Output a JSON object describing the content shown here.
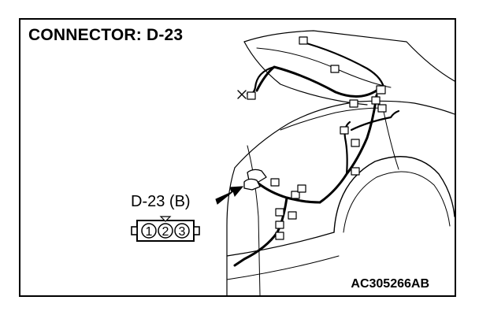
{
  "diagram": {
    "title": "CONNECTOR: D-23",
    "connector_label": "D-23 (B)",
    "pins": [
      "1",
      "2",
      "3"
    ],
    "figure_code": "AC305266AB"
  }
}
